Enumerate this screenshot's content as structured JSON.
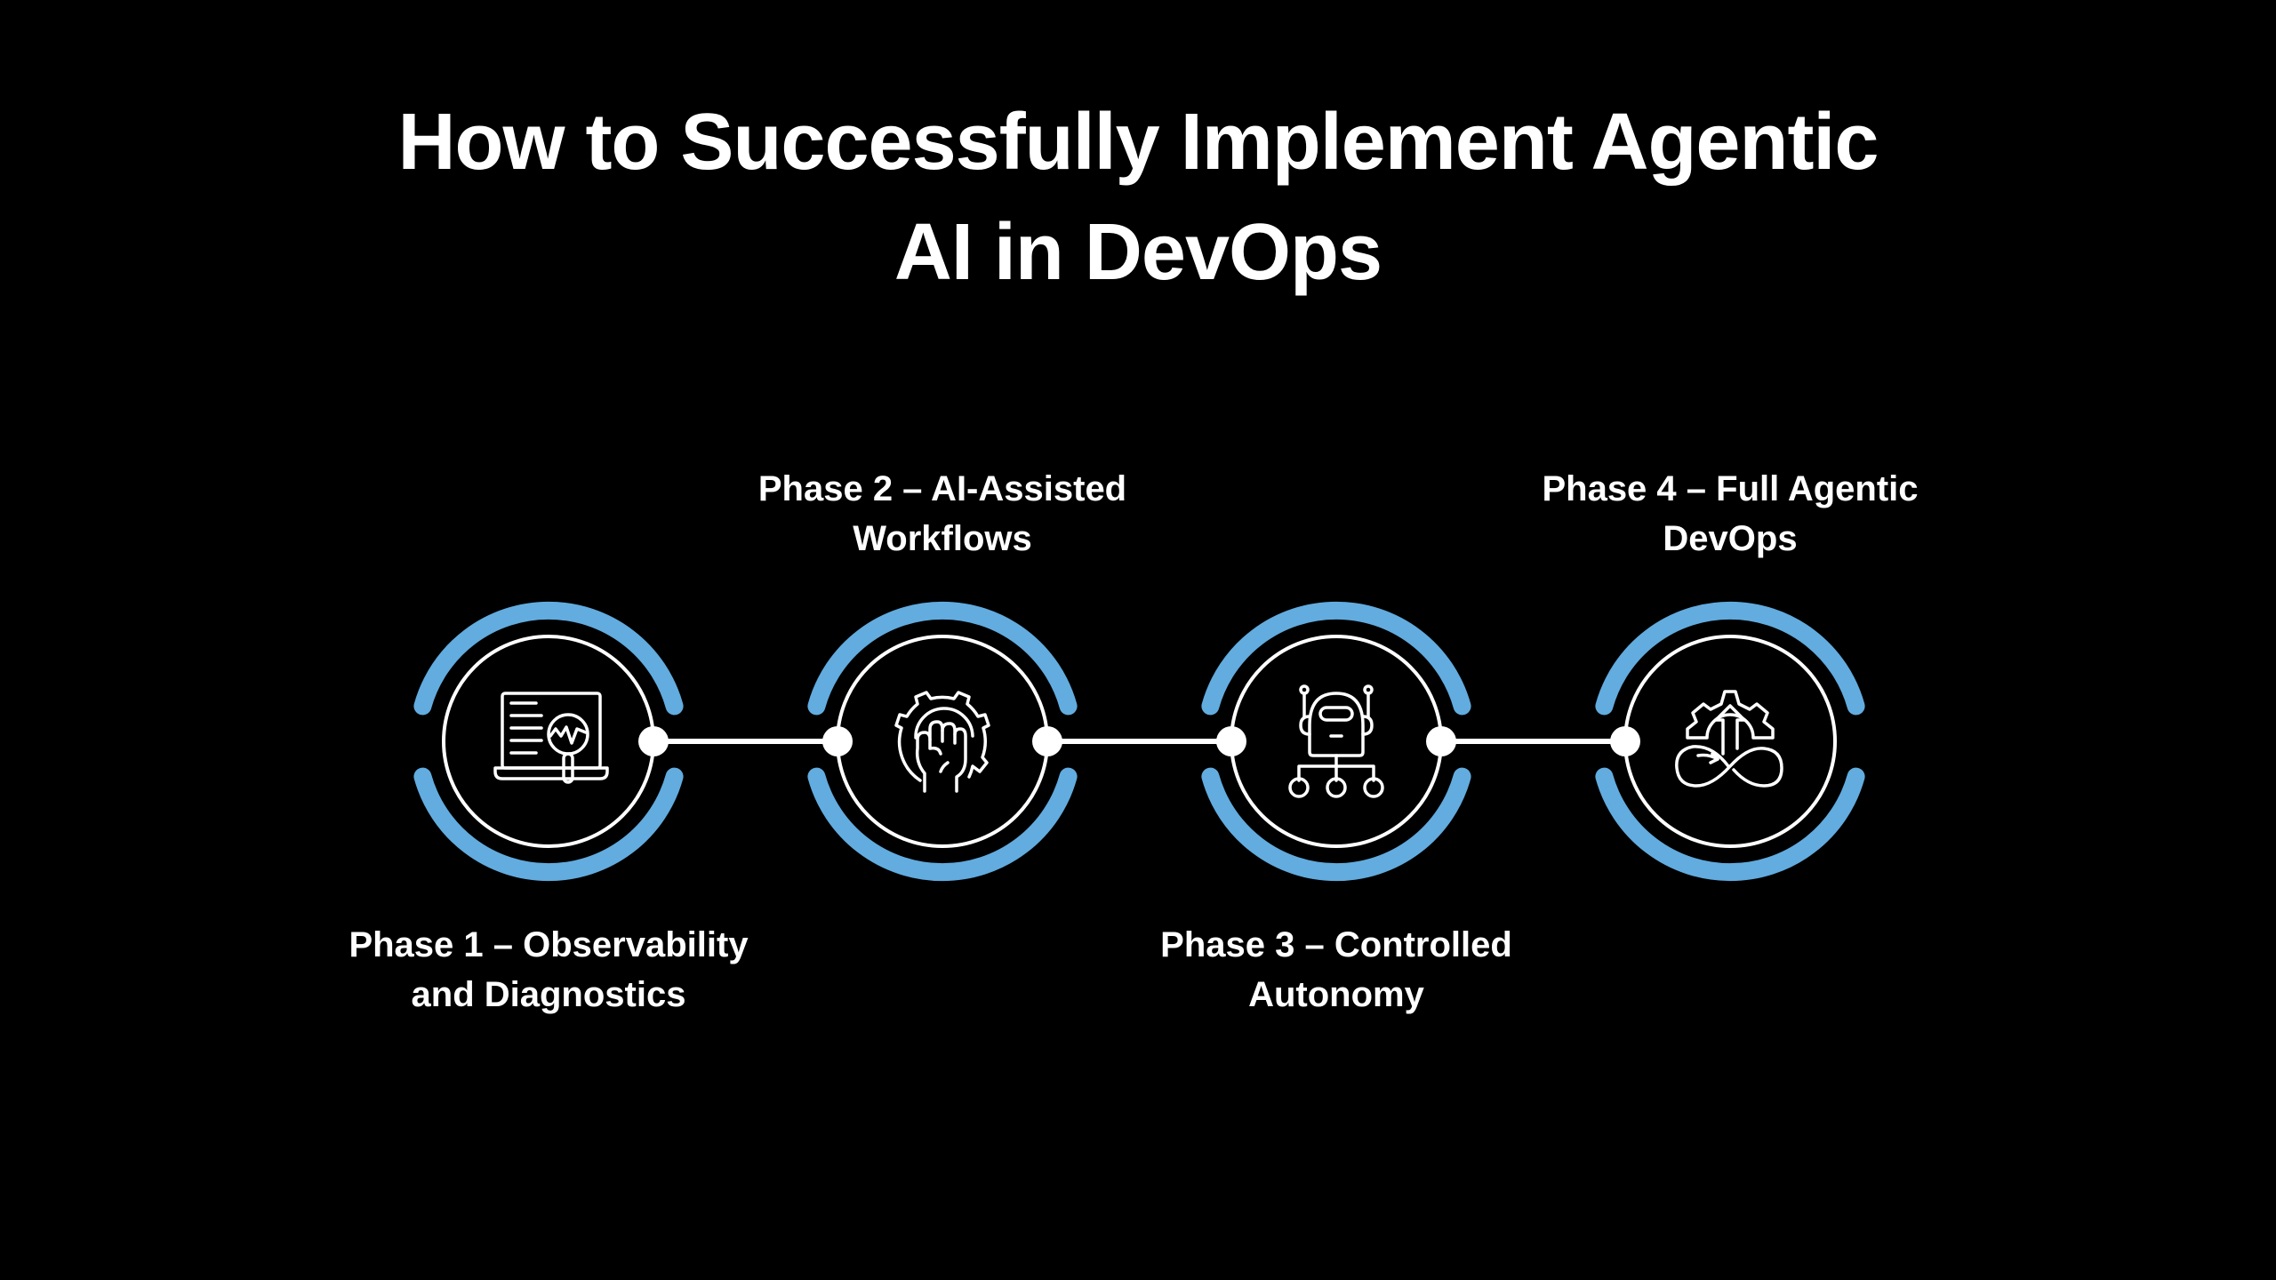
{
  "title": {
    "line1": "How to Successfully Implement Agentic",
    "line2": "AI in DevOps"
  },
  "colors": {
    "background": "#000000",
    "accent_arc": "#62ACDF",
    "stroke": "#FFFFFF",
    "text": "#FFFFFF"
  },
  "phases": [
    {
      "number": 1,
      "label_line1": "Phase 1 – Observability",
      "label_line2": "and Diagnostics",
      "label_position": "bottom",
      "icon": "laptop-magnifier-chart-icon"
    },
    {
      "number": 2,
      "label_line1": "Phase 2 – AI-Assisted",
      "label_line2": "Workflows",
      "label_position": "top",
      "icon": "gear-hand-icon"
    },
    {
      "number": 3,
      "label_line1": "Phase 3 – Controlled",
      "label_line2": "Autonomy",
      "label_position": "bottom",
      "icon": "robot-hierarchy-icon"
    },
    {
      "number": 4,
      "label_line1": "Phase 4 – Full Agentic",
      "label_line2": "DevOps",
      "label_position": "top",
      "icon": "gear-infinity-arrow-icon"
    }
  ]
}
